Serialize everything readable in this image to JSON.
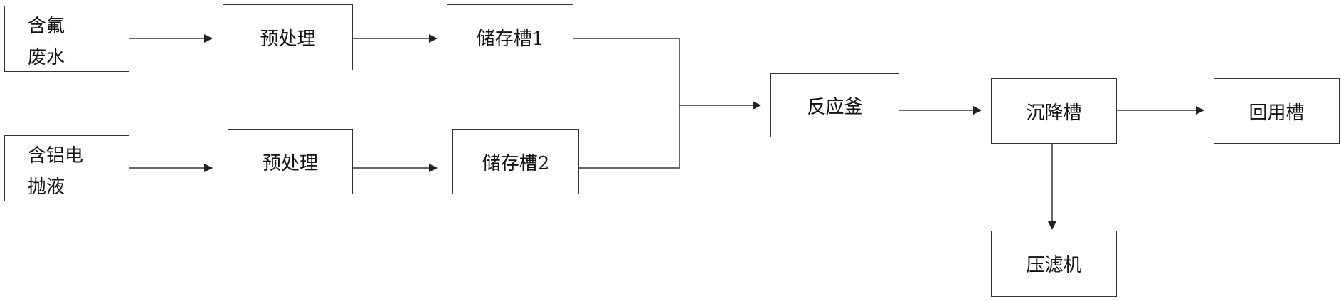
{
  "colors": {
    "line": "#333333",
    "text": "#111111",
    "background": "#ffffff"
  },
  "nodes": {
    "fluorine_wastewater": {
      "line1": "含氟",
      "line2": "废水"
    },
    "pretreatment_1": "预处理",
    "storage_tank_1": "储存槽1",
    "aluminum_polishing_liquid": {
      "line1": "含铝电",
      "line2": "抛液"
    },
    "pretreatment_2": "预处理",
    "storage_tank_2": "储存槽2",
    "reactor": "反应釜",
    "settling_tank": "沉降槽",
    "reuse_tank": "回用槽",
    "filter_press": "压滤机"
  },
  "edges": [
    {
      "from": "fluorine_wastewater",
      "to": "pretreatment_1"
    },
    {
      "from": "pretreatment_1",
      "to": "storage_tank_1"
    },
    {
      "from": "aluminum_polishing_liquid",
      "to": "pretreatment_2"
    },
    {
      "from": "pretreatment_2",
      "to": "storage_tank_2"
    },
    {
      "from": "storage_tank_1",
      "to": "reactor"
    },
    {
      "from": "storage_tank_2",
      "to": "reactor"
    },
    {
      "from": "reactor",
      "to": "settling_tank"
    },
    {
      "from": "settling_tank",
      "to": "reuse_tank"
    },
    {
      "from": "settling_tank",
      "to": "filter_press"
    }
  ]
}
